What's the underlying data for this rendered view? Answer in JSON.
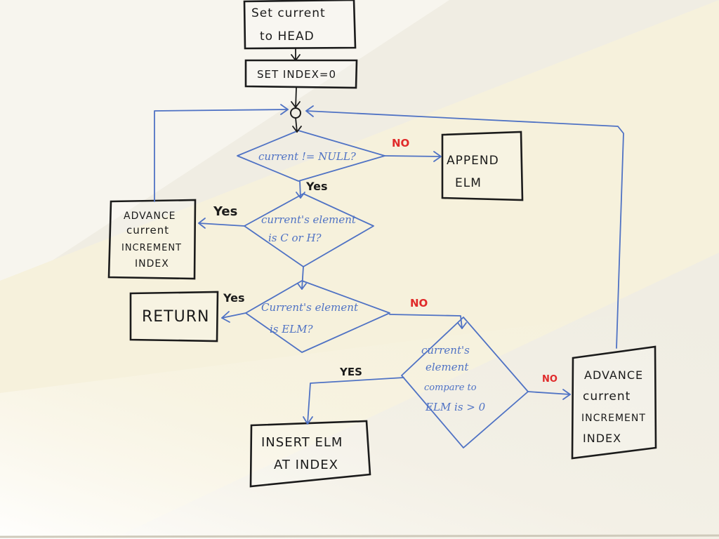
{
  "nodes": {
    "start": [
      "Set current",
      "to HEAD"
    ],
    "set_index": "SET INDEX=0",
    "cond_null": "current != NULL?",
    "append": [
      "APPEND",
      "ELM"
    ],
    "cond_c_or_h": [
      "current's element",
      "is C or H?"
    ],
    "advance_left": [
      "ADVANCE",
      "current",
      "INCREMENT",
      "INDEX"
    ],
    "cond_elm": [
      "Current's element",
      "is ELM?"
    ],
    "return": "RETURN",
    "cond_compare": [
      "current's",
      "element",
      "compare to",
      "ELM is > 0"
    ],
    "advance_right": [
      "ADVANCE",
      "current",
      "INCREMENT",
      "INDEX"
    ],
    "insert": [
      "INSERT ELM",
      "AT INDEX"
    ]
  },
  "edge_labels": {
    "null_no": "NO",
    "null_yes": "Yes",
    "c_or_h_yes": "Yes",
    "elm_yes": "Yes",
    "elm_no": "NO",
    "compare_yes": "YES",
    "compare_no": "NO"
  },
  "colors": {
    "board": "#f3f1ea",
    "marker_black": "#1b1b1b",
    "marker_blue": "#4f72c4",
    "marker_red": "#e02a2a"
  }
}
